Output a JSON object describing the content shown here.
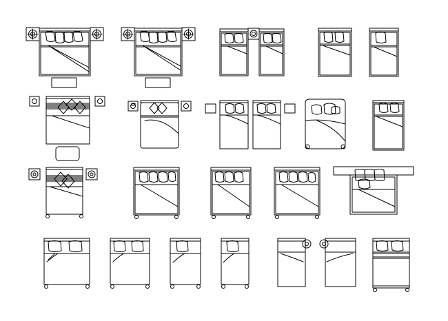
{
  "sheet": {
    "name": "bed-blocks-plan-view",
    "background": "#ffffff",
    "stroke": "#000000"
  },
  "rows": [
    {
      "name": "row-1",
      "blocks": [
        "king-bed-with-lamp-tables-and-bench",
        "king-bed-with-lamp-tables-and-bench",
        "twin-beds-with-shared-nightstand",
        "single-bed-two-pillows",
        "single-bed-one-pillow"
      ]
    },
    {
      "name": "row-2",
      "blocks": [
        "bed-with-nightstands-and-ottoman",
        "bed-with-phone-nightstands",
        "twin-beds-with-side-tables",
        "rounded-double-bed",
        "single-bed-compact"
      ]
    },
    {
      "name": "row-3",
      "blocks": [
        "bed-with-nightstands",
        "queen-bed-three-pillows",
        "queen-bed-three-pillows",
        "queen-bed-three-pillows",
        "double-bed-with-long-headboard"
      ]
    },
    {
      "name": "row-4",
      "blocks": [
        "plain-double-bed",
        "plain-double-bed-small",
        "plain-single-bed",
        "plain-single-bed-narrow",
        "twin-beds-with-lamps",
        "bed-with-footboard"
      ]
    }
  ]
}
